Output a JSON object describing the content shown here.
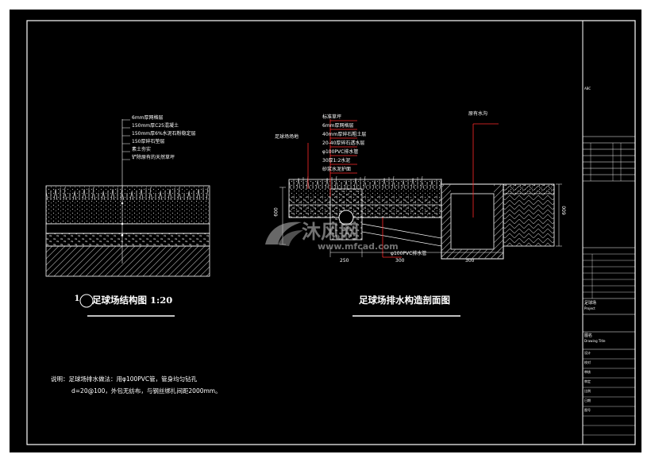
{
  "colors": {
    "background": "#000000",
    "line": "#ffffff",
    "leader": "#ff2a2a",
    "hatch": "#b0b0b0",
    "watermark": "#c8c8c8"
  },
  "drawing1": {
    "layers": [
      "6mm厚网格层",
      "150mm厚C25混凝土",
      "150mm厚6%水泥石粉稳定层",
      "150厚碎石垫层",
      "素土夯实",
      "铲除原有的天然草坪"
    ],
    "title_number": "1",
    "title": "足球场结构图 1:20"
  },
  "drawing2": {
    "left_labels": [
      "足球场场地"
    ],
    "layer_labels": [
      "标准草坪",
      "6mm厚网格层",
      "40mm厚碎石粗土层",
      "20-40厚碎石透水层",
      "φ100PVC排水管",
      "30厚1:2水泥",
      "砂浆水泥护面"
    ],
    "well_label": "原有水沟",
    "dim_height": "600",
    "dim_right": "600",
    "pipe_label": "φ100PVC排水管",
    "dims_bottom": [
      "250",
      "300",
      "300"
    ],
    "title": "足球场排水构造剖面图"
  },
  "note": {
    "line1": "说明：足球场排水做法：用φ100PVC管，管身均匀钻孔",
    "line2": "d=20@100，外包无纺布，与钢丝绑扎间距2000mm。"
  },
  "watermark": {
    "brand": "沐风网",
    "url": "www.mfcad.com"
  },
  "title_block": {
    "top_label": "ABC",
    "project_title": "足球场",
    "project_title_en": "Project",
    "drawing_title": "图名",
    "drawing_title_en": "Drawing Title",
    "fields": [
      "设计",
      "校对",
      "审核",
      "审定",
      "比例",
      "日期",
      "图号"
    ]
  }
}
